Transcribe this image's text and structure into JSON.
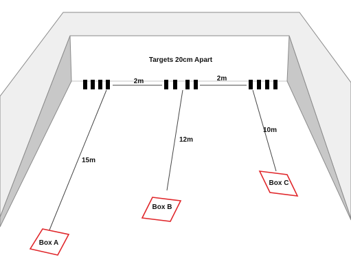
{
  "title": "Targets 20cm Apart",
  "colors": {
    "wall_top": "#efefef",
    "wall_side": "#c8c8c8",
    "wall_stroke": "#8a8a8a",
    "floor": "#ffffff",
    "target": "#000000",
    "line": "#444444",
    "box_stroke": "#e0262a"
  },
  "spacings": [
    {
      "label": "2m"
    },
    {
      "label": "2m"
    }
  ],
  "boxes": [
    {
      "label": "Box A",
      "distance_label": "15m"
    },
    {
      "label": "Box B",
      "distance_label": "12m"
    },
    {
      "label": "Box C",
      "distance_label": "10m"
    }
  ]
}
